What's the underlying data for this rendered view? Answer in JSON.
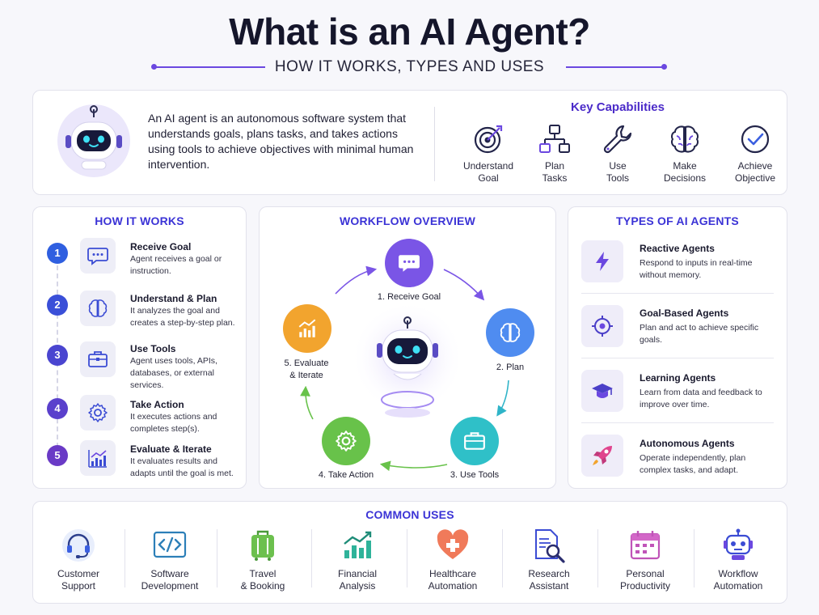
{
  "header": {
    "title": "What is an AI Agent?",
    "subtitle": "HOW IT WORKS, TYPES AND USES"
  },
  "intro": {
    "text": "An AI agent is an autonomous software system that understands goals, plans tasks, and takes actions using tools to achieve objectives with minimal human intervention.",
    "capabilities_title": "Key Capabilities",
    "capabilities": [
      {
        "line1": "Understand",
        "line2": "Goal",
        "icon": "target-icon"
      },
      {
        "line1": "Plan",
        "line2": "Tasks",
        "icon": "flowchart-icon"
      },
      {
        "line1": "Use",
        "line2": "Tools",
        "icon": "wrench-icon"
      },
      {
        "line1": "Make",
        "line2": "Decisions",
        "icon": "brain-icon"
      },
      {
        "line1": "Achieve",
        "line2": "Objective",
        "icon": "check-circle-icon"
      }
    ]
  },
  "how": {
    "title": "HOW IT WORKS",
    "steps": [
      {
        "num": "1",
        "title": "Receive Goal",
        "desc": "Agent receives a goal or instruction.",
        "icon": "chat-icon"
      },
      {
        "num": "2",
        "title": "Understand & Plan",
        "desc": "It analyzes the goal and creates a step-by-step plan.",
        "icon": "brain-icon"
      },
      {
        "num": "3",
        "title": "Use Tools",
        "desc": "Agent uses tools, APIs, databases, or external services.",
        "icon": "briefcase-icon"
      },
      {
        "num": "4",
        "title": "Take Action",
        "desc": "It executes actions and completes step(s).",
        "icon": "gear-icon"
      },
      {
        "num": "5",
        "title": "Evaluate & Iterate",
        "desc": "It evaluates results and adapts until the goal is met.",
        "icon": "chart-icon"
      }
    ],
    "colors": [
      "#2f5fe0",
      "#3a4fd8",
      "#4a45d0",
      "#5a40cc",
      "#6a3ac6"
    ]
  },
  "workflow": {
    "title": "WORKFLOW OVERVIEW",
    "nodes": [
      {
        "label": "1. Receive Goal",
        "color": "#7a55e6"
      },
      {
        "label": "2. Plan",
        "color": "#4f8cf0"
      },
      {
        "label": "3. Use Tools",
        "color": "#2fc0c8"
      },
      {
        "label": "4. Take Action",
        "color": "#68c24a"
      },
      {
        "label": "5. Evaluate",
        "label2": "& Iterate",
        "color": "#f2a42e"
      }
    ]
  },
  "types": {
    "title": "TYPES OF AI AGENTS",
    "items": [
      {
        "title": "Reactive Agents",
        "desc": "Respond to inputs in real-time without memory.",
        "icon": "lightning-icon"
      },
      {
        "title": "Goal-Based Agents",
        "desc": "Plan and act to achieve specific goals.",
        "icon": "crosshair-icon"
      },
      {
        "title": "Learning Agents",
        "desc": "Learn from data and feedback to improve over time.",
        "icon": "graduation-cap-icon"
      },
      {
        "title": "Autonomous Agents",
        "desc": "Operate independently, plan complex tasks, and adapt.",
        "icon": "rocket-icon"
      }
    ]
  },
  "uses": {
    "title": "COMMON USES",
    "items": [
      {
        "line1": "Customer",
        "line2": "Support",
        "icon": "headset-icon"
      },
      {
        "line1": "Software",
        "line2": "Development",
        "icon": "code-icon"
      },
      {
        "line1": "Travel",
        "line2": "& Booking",
        "icon": "luggage-icon"
      },
      {
        "line1": "Financial",
        "line2": "Analysis",
        "icon": "bar-chart-icon"
      },
      {
        "line1": "Healthcare",
        "line2": "Automation",
        "icon": "heart-icon"
      },
      {
        "line1": "Research",
        "line2": "Assistant",
        "icon": "document-search-icon"
      },
      {
        "line1": "Personal",
        "line2": "Productivity",
        "icon": "calendar-icon"
      },
      {
        "line1": "Workflow",
        "line2": "Automation",
        "icon": "robot-icon"
      }
    ]
  }
}
